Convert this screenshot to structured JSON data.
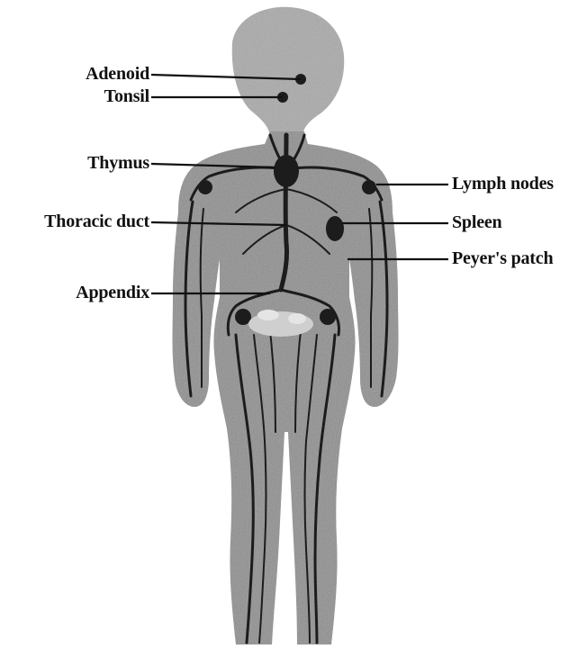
{
  "figure": {
    "labels": {
      "adenoid": "Adenoid",
      "tonsil": "Tonsil",
      "thymus": "Thymus",
      "thoracic_duct": "Thoracic duct",
      "appendix": "Appendix",
      "lymph_nodes": "Lymph nodes",
      "spleen": "Spleen",
      "peyers_patch": "Peyer's patch"
    }
  },
  "colors": {
    "head": "#a9a9a9",
    "body": "#8e8e8e",
    "vessels": "#1c1c1c",
    "leader_lines": "#111111",
    "text": "#111111"
  }
}
